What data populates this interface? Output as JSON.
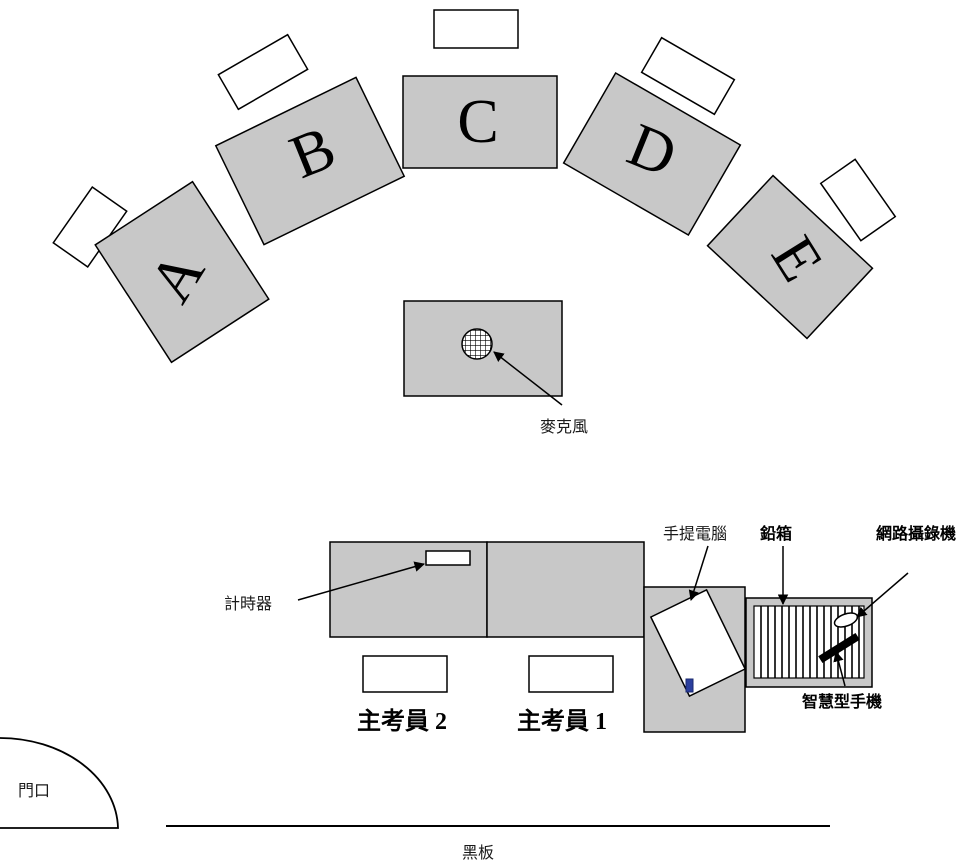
{
  "colors": {
    "desk_fill": "#c8c8c8",
    "stroke": "#000000",
    "paper": "#ffffff",
    "pen": "#2b3f9e"
  },
  "seats": {
    "a": "A",
    "b": "B",
    "c": "C",
    "d": "D",
    "e": "E"
  },
  "labels": {
    "microphone": "麥克風",
    "timer": "計時器",
    "laptop": "手提電腦",
    "pencil_box": "鉛箱",
    "webcam": "網路攝錄機",
    "smartphone": "智慧型手機",
    "examiner_2": "主考員 2",
    "examiner_1": "主考員 1",
    "door": "門口",
    "blackboard": "黑板"
  },
  "icons": {
    "microphone": "microphone-icon",
    "timer": "timer-icon",
    "laptop": "laptop-icon",
    "webcam": "webcam-icon",
    "smartphone": "smartphone-icon",
    "door": "door-swing-icon"
  }
}
